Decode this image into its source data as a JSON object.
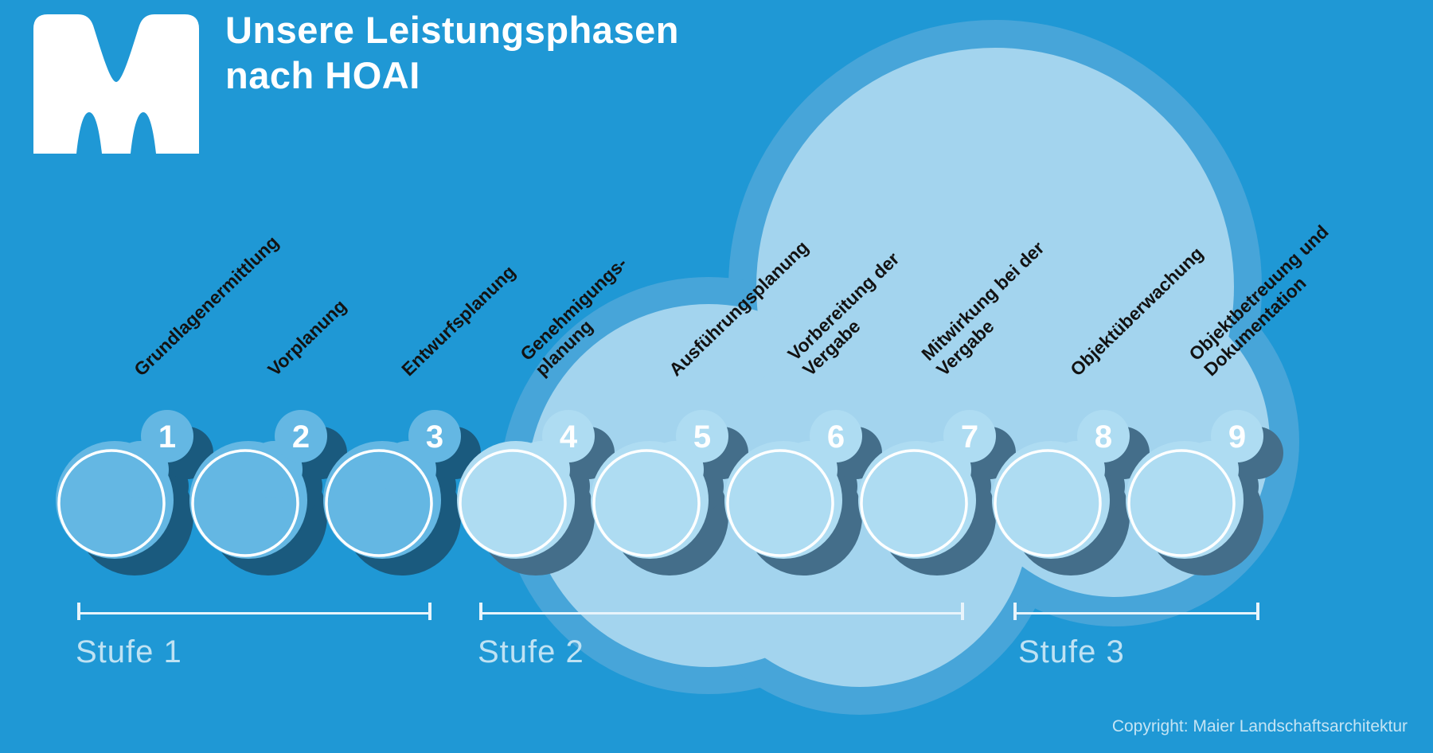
{
  "header": {
    "logo_icon": "maier-m-logo",
    "title": "Unsere Leistungsphasen\nnach HOAI"
  },
  "phases": [
    {
      "number": "1",
      "label": "Grundlagenermittlung",
      "icon": "presentation-audience-icon",
      "zone": "outside-blob"
    },
    {
      "number": "2",
      "label": "Vorplanung",
      "icon": "sketch-plan-pencil-icon",
      "zone": "outside-blob"
    },
    {
      "number": "3",
      "label": "Entwurfsplanung",
      "icon": "design-screen-person-icon",
      "zone": "outside-blob"
    },
    {
      "number": "4",
      "label": "Genehmigungs-\nplanung",
      "icon": "approval-stamp-plan-icon",
      "zone": "inside-blob"
    },
    {
      "number": "5",
      "label": "Ausführungsplanung",
      "icon": "schedule-board-person-icon",
      "zone": "inside-blob"
    },
    {
      "number": "6",
      "label": "Vorbereitung der\nVergabe",
      "icon": "binder-plan-roll-icon",
      "zone": "inside-blob"
    },
    {
      "number": "7",
      "label": "Mitwirkung bei der\nVergabe",
      "icon": "meeting-table-icon",
      "zone": "inside-blob"
    },
    {
      "number": "8",
      "label": "Objektüberwachung",
      "icon": "construction-truck-worker-icon",
      "zone": "inside-blob"
    },
    {
      "number": "9",
      "label": "Objektbetreuung und\nDokumentation",
      "icon": "magnifier-inspection-icon",
      "zone": "inside-blob"
    }
  ],
  "stages": [
    {
      "label": "Stufe 1",
      "phases": "1–3"
    },
    {
      "label": "Stufe 2",
      "phases": "4–7"
    },
    {
      "label": "Stufe 3",
      "phases": "8–9"
    }
  ],
  "footer": {
    "copyright": "Copyright: Maier Landschaftsarchitektur"
  },
  "colors": {
    "background": "#1F98D5",
    "blob_band": "#47A5D9",
    "blob_inner": "#A3D4EE",
    "marker_outside": "#64B7E3",
    "marker_inside": "#AEDCF2",
    "shadow_outside": "#1A5A7E",
    "shadow_inside": "#446E8A",
    "icon_stroke": "#FFFFFF",
    "phase_label_text": "#121212",
    "stage_text": "#BFE2F3",
    "bracket": "#E8F4FB",
    "copyright_text": "#C4E4F4"
  }
}
